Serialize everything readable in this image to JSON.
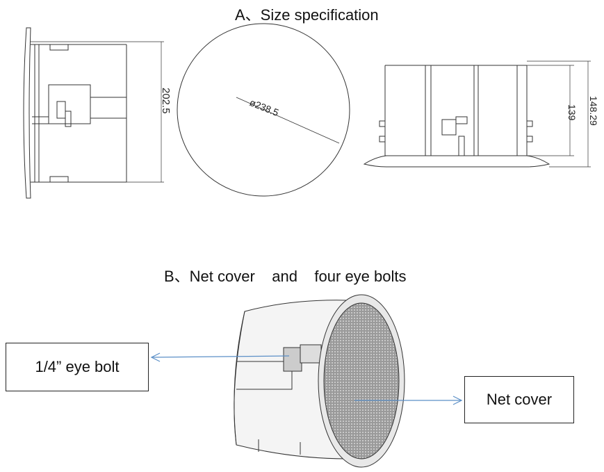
{
  "section_a": {
    "title": "A、Size specification"
  },
  "section_b": {
    "title": "B、Net cover    and    four eye bolts"
  },
  "dimensions": {
    "height_side": "202.5",
    "diameter": "ø238.5",
    "depth_inner": "139",
    "depth_total": "148.29"
  },
  "callouts": {
    "eye_bolt": "1/4” eye bolt",
    "net_cover": "Net cover"
  },
  "colors": {
    "arrow": "#5b8fc7",
    "line": "#333333"
  }
}
